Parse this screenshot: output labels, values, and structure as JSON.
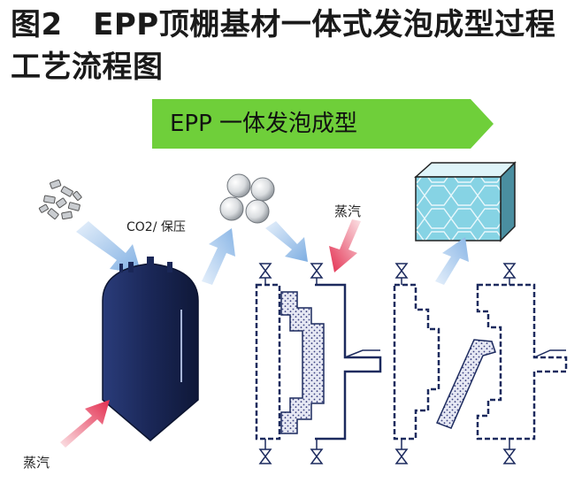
{
  "title": {
    "line1": "图2　EPP顶棚基材一体式发泡成型过程",
    "line2": "工艺流程图"
  },
  "banner": {
    "label": "EPP 一体发泡成型",
    "color": "#6fcf3a"
  },
  "labels": {
    "co2": "CO2/ 保压",
    "steam_top": "蒸汽",
    "steam_bottom": "蒸汽"
  },
  "colors": {
    "vessel": "#1c2a5e",
    "arrow_blue": "#9ec3ea",
    "arrow_red": "#e8405a",
    "mold_fill": "#cfd3ea",
    "foam_block": "#7fd0e2"
  }
}
